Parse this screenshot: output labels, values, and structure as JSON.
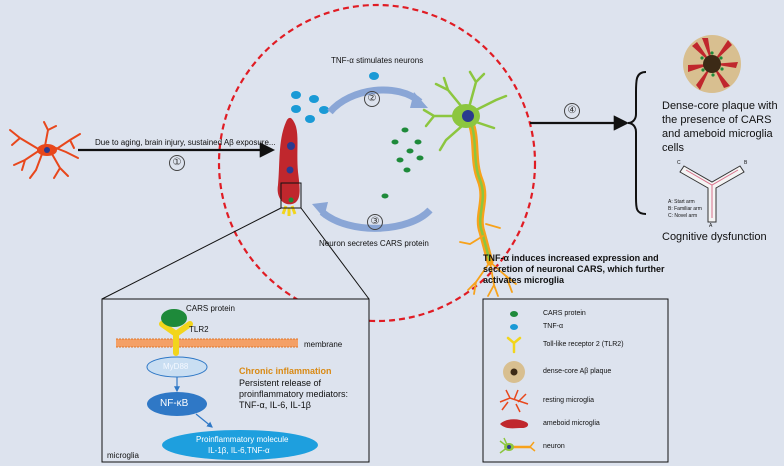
{
  "colors": {
    "background": "#dde3ee",
    "dashed_circle": "#e01c24",
    "cars_protein": "#1e8a3a",
    "tnf_alpha": "#1a9ad6",
    "tlr2": "#f2d51c",
    "microglia_red": "#c0272d",
    "resting_microglia": "#e8471c",
    "neuron_body": "#8cc63f",
    "axon": "#f7a21b",
    "nfkb": "#2f78c6",
    "cycle_arrow": "#8aa6d6",
    "chronic_title": "#d98a15"
  },
  "steps": {
    "step1": "①",
    "step2": "②",
    "step3": "③",
    "step4": "④"
  },
  "labels": {
    "arrow1_text": "Due to aging, brain injury, sustained Aβ exposure...",
    "tnf_stimulates": "TNF-α stimulates neurons",
    "neuron_secretes": "Neuron secretes CARS protein",
    "induces_line1": "TNF-α induces increased expression and",
    "induces_line2": "secretion of neuronal CARS, which further",
    "induces_line3": "activates microglia",
    "plaque_line1": "Dense-core plaque with",
    "plaque_line2": "the presence of CARS",
    "plaque_line3": "and ameboid microglia",
    "plaque_line4": "cells",
    "cognitive": "Cognitive dysfunction",
    "maze_a": "A: Start arm",
    "maze_b": "B: Familiar arm",
    "maze_c": "C: Novel arm",
    "maze_letter_a": "A",
    "maze_letter_b": "B",
    "maze_letter_c": "C"
  },
  "inset": {
    "cars_protein": "CARS protein",
    "tlr2": "TLR2",
    "membrane": "membrane",
    "myd88": "MyD88",
    "nfkb": "NF-κB",
    "proinflam_line1": "Proinflammatory molecule",
    "proinflam_line2": "IL-1β, IL-6,TNF-α",
    "microglia": "microglia",
    "chronic_title": "Chronic inflammation",
    "chronic_line1": "Persistent release of",
    "chronic_line2": "proinflammatory mediators:",
    "chronic_line3": "TNF-α, IL-6, IL-1β"
  },
  "legend": {
    "items": [
      {
        "label": "CARS protein",
        "icon": "green-dot-icon"
      },
      {
        "label": "TNF-α",
        "icon": "blue-dot-icon"
      },
      {
        "label": "Toll-like receptor 2 (TLR2)",
        "icon": "tlr2-receptor-icon"
      },
      {
        "label": "dense-core Aβ plaque",
        "icon": "plaque-icon"
      },
      {
        "label": "resting microglia",
        "icon": "resting-microglia-icon"
      },
      {
        "label": "ameboid microglia",
        "icon": "ameboid-microglia-icon"
      },
      {
        "label": "neuron",
        "icon": "neuron-icon"
      }
    ]
  }
}
